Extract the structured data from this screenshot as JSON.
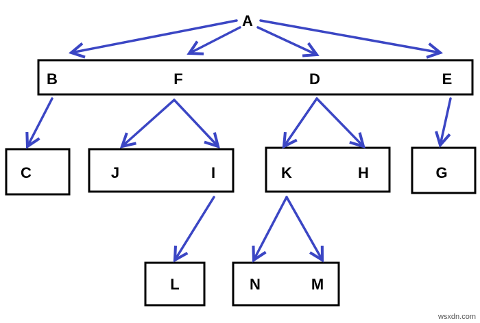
{
  "nodes": {
    "A": "A",
    "B": "B",
    "F": "F",
    "D": "D",
    "E": "E",
    "C": "C",
    "J": "J",
    "I": "I",
    "K": "K",
    "H": "H",
    "G": "G",
    "L": "L",
    "N": "N",
    "M": "M"
  },
  "watermark": "wsxdn.com",
  "colors": {
    "arrow": "#3b46c4",
    "box_stroke": "#000000",
    "text": "#000000"
  }
}
